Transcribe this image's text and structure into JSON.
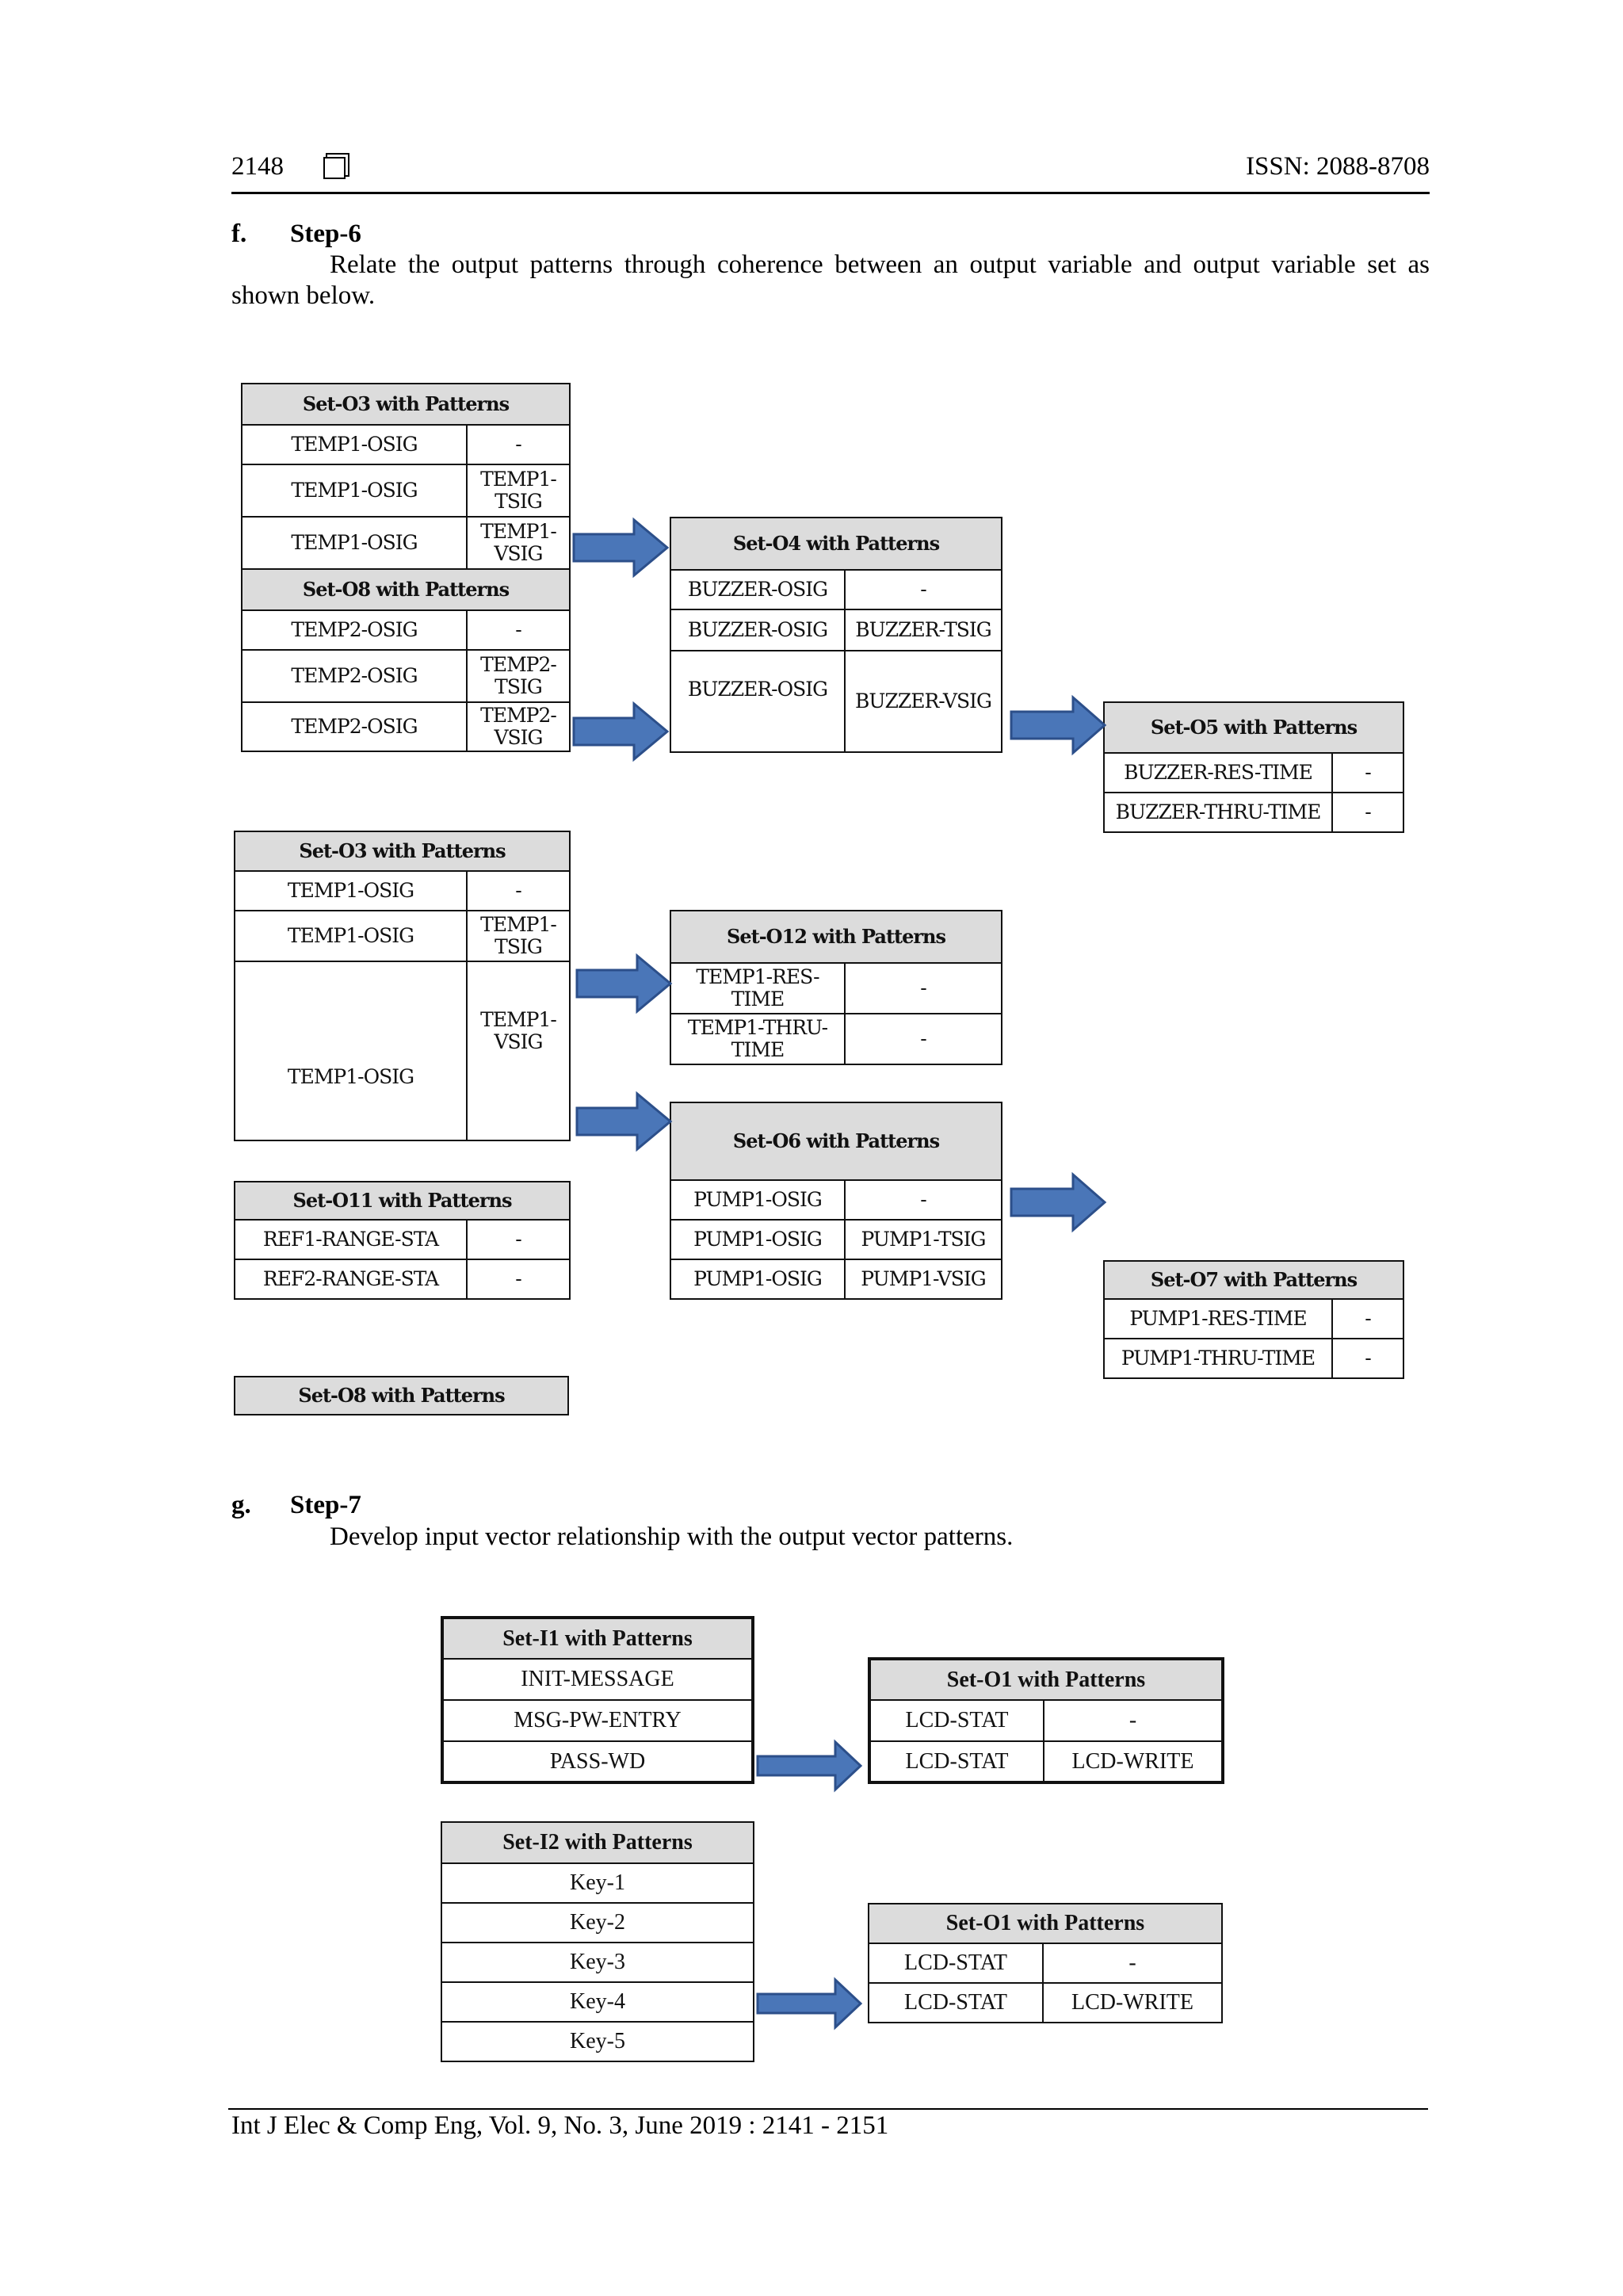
{
  "header": {
    "page_number": "2148",
    "issn": "ISSN: 2088-8708"
  },
  "step6": {
    "marker": "f.",
    "title": "Step-6",
    "text": "Relate the output patterns through coherence between an output variable and output variable set as shown below."
  },
  "step7": {
    "marker": "g.",
    "title": "Step-7",
    "text": "Develop input vector relationship with the output vector patterns."
  },
  "fig1": {
    "o3_top": {
      "title": "Set-O3  with Patterns",
      "rows": [
        [
          "TEMP1-OSIG",
          "-"
        ],
        [
          "TEMP1-OSIG",
          "TEMP1-TSIG"
        ],
        [
          "TEMP1-OSIG",
          "TEMP1-VSIG"
        ]
      ]
    },
    "o8_top": {
      "title": "Set-O8  with Patterns",
      "rows": [
        [
          "TEMP2-OSIG",
          "-"
        ],
        [
          "TEMP2-OSIG",
          "TEMP2-TSIG"
        ],
        [
          "TEMP2-OSIG",
          "TEMP2-VSIG"
        ]
      ]
    },
    "o4": {
      "title": "Set-O4  with Patterns",
      "rows": [
        [
          "BUZZER-OSIG",
          "-"
        ],
        [
          "BUZZER-OSIG",
          "BUZZER-TSIG"
        ],
        [
          "BUZZER-OSIG",
          "BUZZER-VSIG"
        ]
      ]
    },
    "o5": {
      "title": "Set-O5  with Patterns",
      "rows": [
        [
          "BUZZER-RES-TIME",
          "-"
        ],
        [
          "BUZZER-THRU-TIME",
          "-"
        ]
      ]
    },
    "o3_mid": {
      "title": "Set-O3  with Patterns",
      "rows": [
        [
          "TEMP1-OSIG",
          "-"
        ],
        [
          "TEMP1-OSIG",
          "TEMP1-TSIG"
        ],
        [
          "TEMP1-OSIG",
          "TEMP1-VSIG"
        ]
      ]
    },
    "o12": {
      "title": "Set-O12 with Patterns",
      "rows": [
        [
          "TEMP1-RES-TIME",
          "-"
        ],
        [
          "TEMP1-THRU-TIME",
          "-"
        ]
      ]
    },
    "o6": {
      "title": "Set-O6 with Patterns",
      "rows": [
        [
          "PUMP1-OSIG",
          "-"
        ],
        [
          "PUMP1-OSIG",
          "PUMP1-TSIG"
        ],
        [
          "PUMP1-OSIG",
          "PUMP1-VSIG"
        ]
      ]
    },
    "o11": {
      "title": "Set-O11 with Patterns",
      "rows": [
        [
          "REF1-RANGE-STA",
          "-"
        ],
        [
          "REF2-RANGE-STA",
          "-"
        ]
      ]
    },
    "o7": {
      "title": "Set-O7 with Patterns",
      "rows": [
        [
          "PUMP1-RES-TIME",
          "-"
        ],
        [
          "PUMP1-THRU-TIME",
          "-"
        ]
      ]
    },
    "o8_bottom": {
      "title": "Set-O8  with Patterns"
    }
  },
  "fig2": {
    "i1": {
      "title": "Set-I1 with Patterns",
      "rows": [
        "INIT-MESSAGE",
        "MSG-PW-ENTRY",
        "PASS-WD"
      ]
    },
    "o1_a": {
      "title": "Set-O1 with Patterns",
      "rows": [
        [
          "LCD-STAT",
          "-"
        ],
        [
          "LCD-STAT",
          "LCD-WRITE"
        ]
      ]
    },
    "i2": {
      "title": "Set-I2 with Patterns",
      "rows": [
        "Key-1",
        "Key-2",
        "Key-3",
        "Key-4",
        "Key-5"
      ]
    },
    "o1_b": {
      "title": "Set-O1 with Patterns",
      "rows": [
        [
          "LCD-STAT",
          "-"
        ],
        [
          "LCD-STAT",
          "LCD-WRITE"
        ]
      ]
    }
  },
  "colors": {
    "arrow_fill": "#4a76b8",
    "arrow_stroke": "#2c4f8a",
    "header_fill": "#dcdcdc"
  },
  "footer": {
    "citation": "Int J Elec & Comp Eng, Vol. 9, No. 3, June 2019 :  2141 - 2151"
  }
}
